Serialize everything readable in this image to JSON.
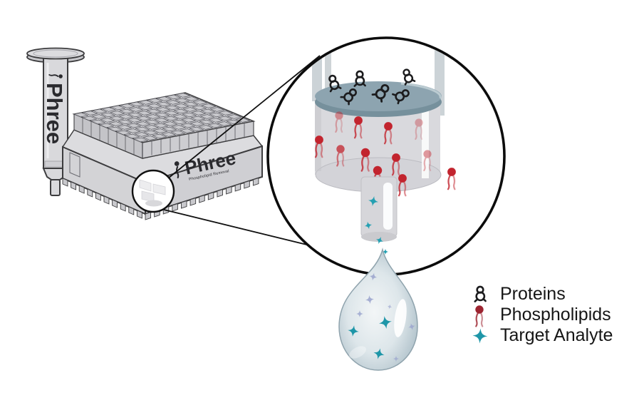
{
  "product": {
    "column_brand": "Phree",
    "plate_brand": "Phree",
    "plate_tagline": "Phospholipid Removal"
  },
  "legend": {
    "items": [
      {
        "id": "proteins",
        "label": "Proteins",
        "icon": "protein-icon",
        "color": "#1c1c1e"
      },
      {
        "id": "phospholipids",
        "label": "Phospholipids",
        "icon": "phospholipid-icon",
        "color": "#9c2430"
      },
      {
        "id": "target-analyte",
        "label": "Target Analyte",
        "icon": "target-analyte-star-icon",
        "color": "#1e96a8"
      }
    ]
  },
  "colors": {
    "outline": "#3c3c3e",
    "plastic_gray": "#d8d8db",
    "frit_blue_gray": "#8da4b0",
    "protein_black": "#1c1c1e",
    "phospholipid_red": "#c2242e",
    "analyte_teal": "#1e96a8",
    "analyte_lavender": "#99a2cd",
    "droplet_edge": "#adbfc8"
  }
}
